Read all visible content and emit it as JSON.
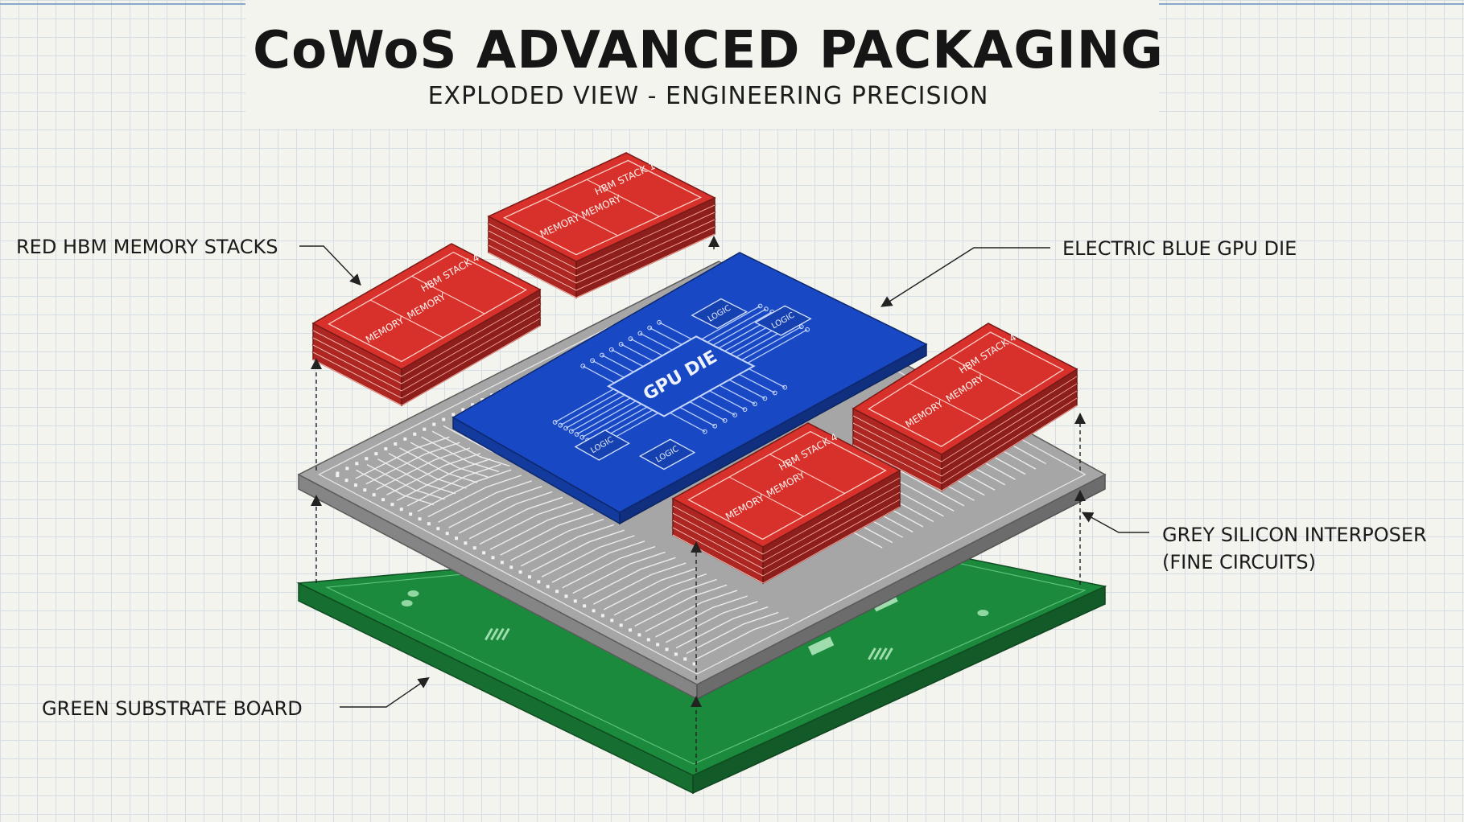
{
  "header": {
    "title": "CoWoS ADVANCED PACKAGING",
    "subtitle": "EXPLODED VIEW - ENGINEERING PRECISION"
  },
  "callouts": {
    "hbm": "RED HBM MEMORY STACKS",
    "gpu": "ELECTRIC BLUE GPU DIE",
    "interposer_line1": "GREY SILICON INTERPOSER",
    "interposer_line2": "(FINE CIRCUITS)",
    "substrate": "GREEN SUBSTRATE BOARD"
  },
  "gpu_die": {
    "label": "GPU DIE",
    "logic_label": "LOGIC"
  },
  "hbm_stacks": [
    {
      "title": "HBM STACK 1",
      "memory_label": "MEMORY"
    },
    {
      "title": "HBM STACK 4",
      "memory_label": "MEMORY"
    },
    {
      "title": "HBM STACK 4",
      "memory_label": "MEMORY"
    },
    {
      "title": "HBM STACK 4",
      "memory_label": "MEMORY"
    }
  ],
  "colors": {
    "hbm_red": "#d8302a",
    "gpu_blue": "#1848c4",
    "interposer_grey": "#a6a6a6",
    "substrate_green": "#1b8a3c",
    "grid": "#d7dde4",
    "background": "#f4f4ee"
  }
}
